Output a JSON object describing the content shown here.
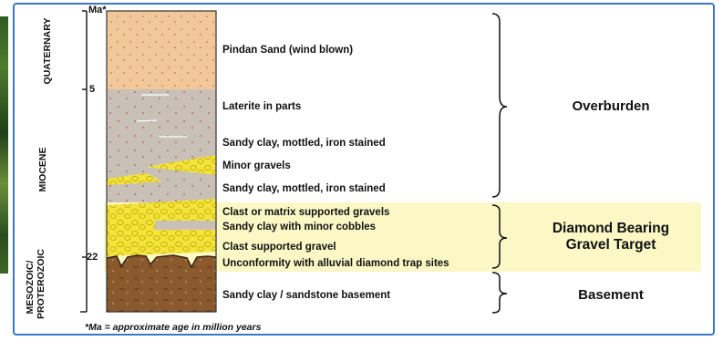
{
  "axis": {
    "unit_label": "Ma*",
    "ticks": [
      "5",
      "22"
    ]
  },
  "eras": [
    "QUATERNARY",
    "MIOCENE",
    "MESOZOIC/ PROTEROZOIC"
  ],
  "layers": [
    "Pindan Sand (wind blown)",
    "Laterite in parts",
    "Sandy clay, mottled, iron stained",
    "Minor gravels",
    "Sandy clay, mottled, iron stained",
    "Clast or matrix supported gravels",
    "Sandy clay with minor cobbles",
    "Clast supported gravel",
    "Unconformity with alluvial diamond trap sites",
    "Sandy clay / sandstone basement"
  ],
  "zones": {
    "overburden": "Overburden",
    "diamond_line1": "Diamond Bearing",
    "diamond_line2": "Gravel Target",
    "basement": "Basement"
  },
  "footnote": "*Ma = approximate age in million years",
  "colors": {
    "frame": "#3a78c2",
    "highlight": "#fbf8c6",
    "sand": "#f2c89a",
    "clay": "#c9c1b7",
    "gravel": "#f2e43c",
    "basement": "#8a5a2e"
  }
}
